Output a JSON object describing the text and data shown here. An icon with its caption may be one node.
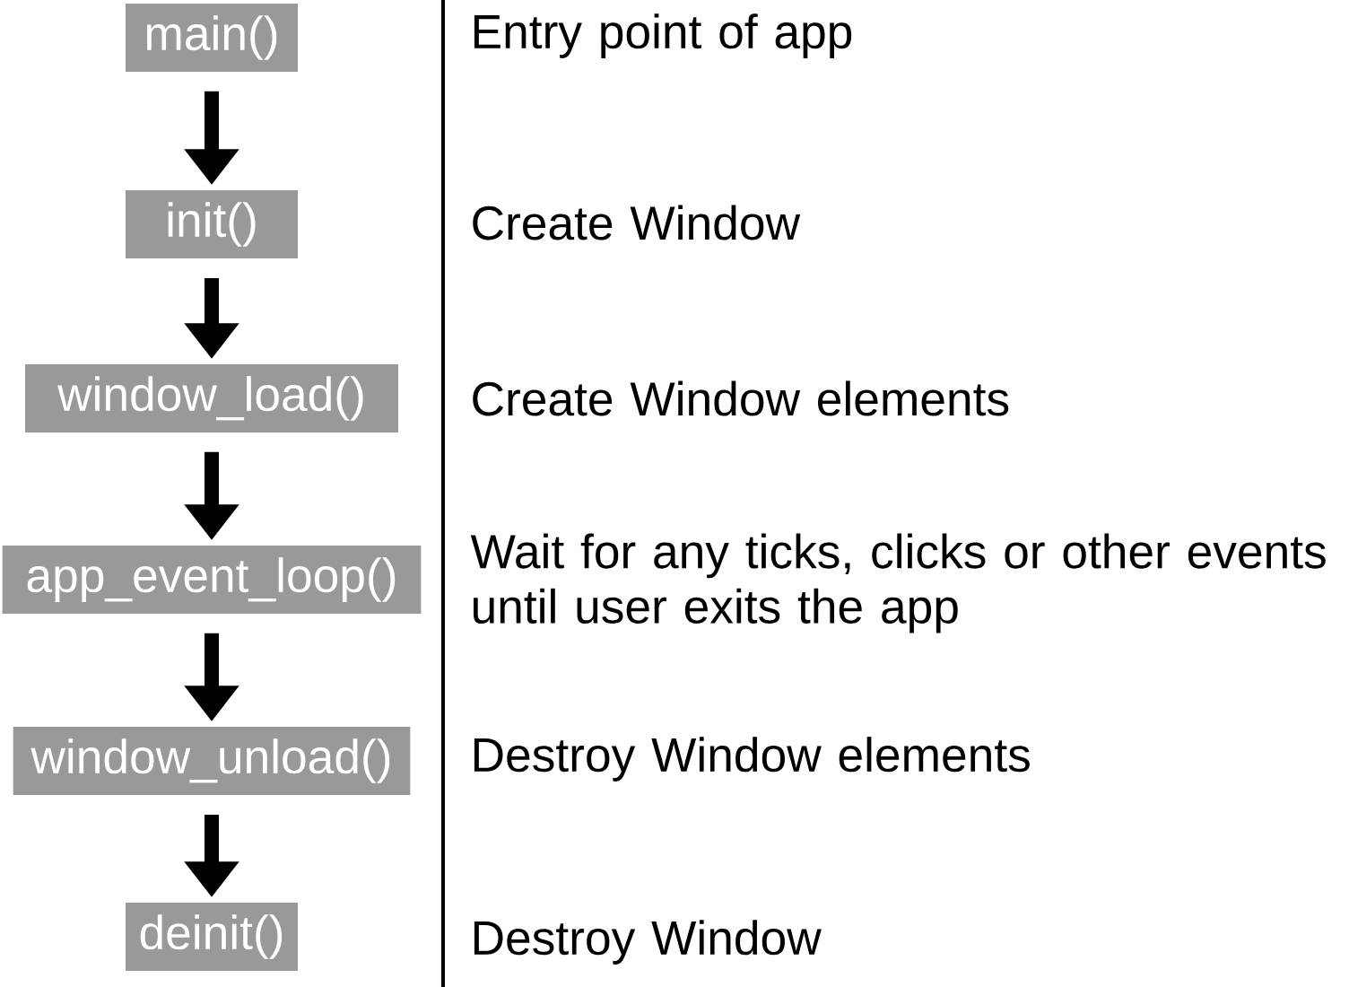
{
  "diagram": {
    "nodes": [
      {
        "text": [
          "main()"
        ]
      },
      {
        "text": [
          "init()"
        ]
      },
      {
        "text": [
          "window_load()"
        ]
      },
      {
        "text": [
          "app_event_loop()"
        ]
      },
      {
        "text": [
          "window_unload()"
        ]
      },
      {
        "text": [
          "deinit()"
        ]
      }
    ],
    "edges": [
      {
        "from": 0,
        "to": 1,
        "arrow": "to"
      },
      {
        "from": 1,
        "to": 2,
        "arrow": "to"
      },
      {
        "from": 2,
        "to": 3,
        "arrow": "to"
      },
      {
        "from": 3,
        "to": 4,
        "arrow": "to"
      },
      {
        "from": 4,
        "to": 5,
        "arrow": "to"
      }
    ],
    "labels": [
      "Entry point of app",
      "Create Window",
      "Create Window elements",
      "Wait for any ticks, clicks or other events until user exits the app",
      "Destroy Window elements",
      "Destroy Window"
    ]
  }
}
